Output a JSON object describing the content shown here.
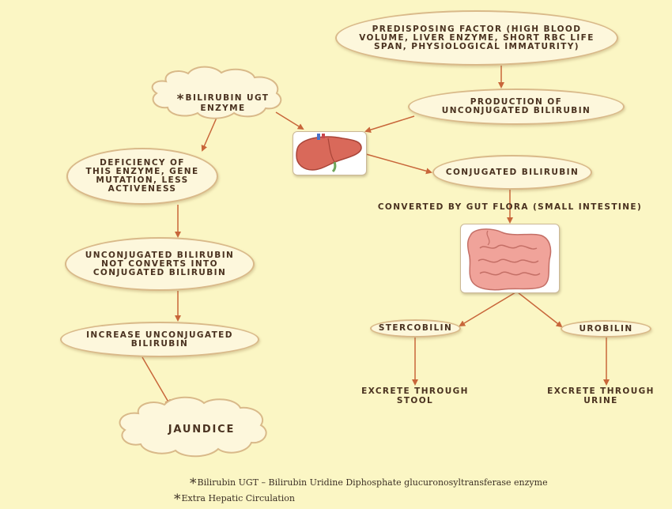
{
  "nodes": {
    "predisposing": "PREDISPOSING FACTOR (HIGH BLOOD\nVOLUME, LIVER ENZYME, SHORT RBC LIFE\nSPAN, PHYSIOLOGICAL IMMATURITY)",
    "production": "PRODUCTION OF\nUNCONJUGATED BILIRUBIN",
    "ugt_star": "*",
    "ugt": "BILIRUBIN UGT\nENZYME",
    "deficiency": "DEFICIENCY OF\nTHIS ENZYME, GENE\nMUTATION, LESS\nACTIVENESS",
    "conjugated": "CONJUGATED BILIRUBIN",
    "converted": "CONVERTED BY GUT FLORA (SMALL INTESTINE)",
    "not_converts": "UNCONJUGATED BILIRUBIN\nNOT CONVERTS INTO\nCONJUGATED BILIRUBIN",
    "increase": "INCREASE UNCONJUGATED\nBILIRUBIN",
    "stercobilin": "STERCOBILIN",
    "urobilin": "UROBILIN",
    "excrete_stool": "EXCRETE THROUGH\nSTOOL",
    "excrete_urine": "EXCRETE THROUGH\nURINE",
    "jaundice": "JAUNDICE"
  },
  "footnotes": [
    {
      "star": "*",
      "text": "Bilirubin UGT – Bilirubin Uridine Diphosphate glucuronosyltransferase enzyme"
    },
    {
      "star": "*",
      "text": "Extra Hepatic Circulation"
    }
  ],
  "icons": [
    "liver-icon",
    "intestine-icon"
  ],
  "colors": {
    "background": "#fbf6c4",
    "node_fill": "#fdf7dc",
    "node_border": "#d9b989",
    "arrow": "#c8663a",
    "text": "#4a3220"
  }
}
